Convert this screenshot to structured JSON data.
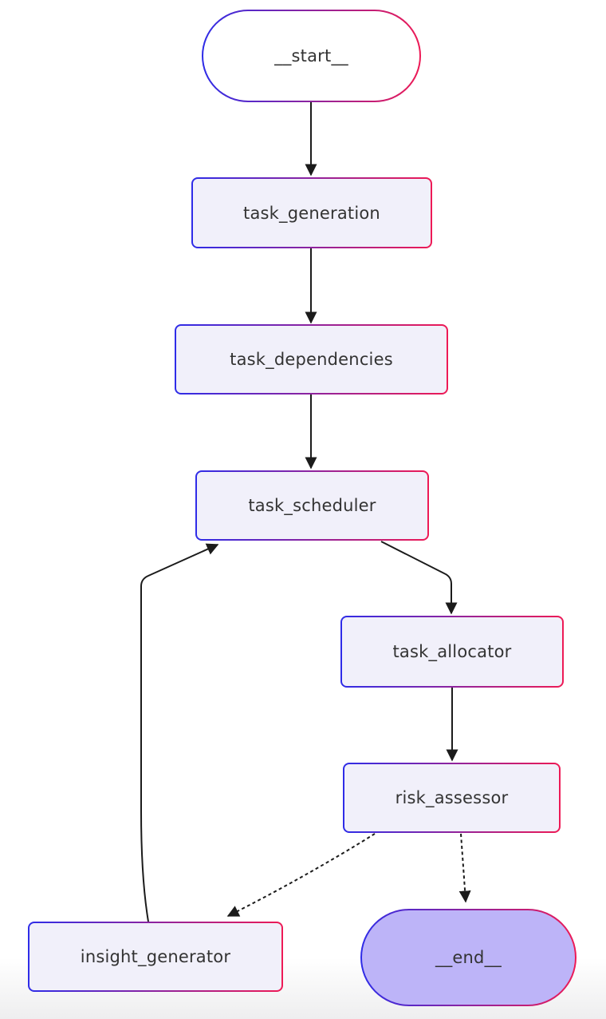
{
  "diagram": {
    "type": "flowchart",
    "direction": "top-down",
    "nodes": [
      {
        "id": "__start__",
        "label": "__start__",
        "shape": "stadium",
        "fill": "#ffffff"
      },
      {
        "id": "task_generation",
        "label": "task_generation",
        "shape": "rounded-rect",
        "fill": "#f1f0fa"
      },
      {
        "id": "task_dependencies",
        "label": "task_dependencies",
        "shape": "rounded-rect",
        "fill": "#f1f0fa"
      },
      {
        "id": "task_scheduler",
        "label": "task_scheduler",
        "shape": "rounded-rect",
        "fill": "#f1f0fa"
      },
      {
        "id": "task_allocator",
        "label": "task_allocator",
        "shape": "rounded-rect",
        "fill": "#f1f0fa"
      },
      {
        "id": "risk_assessor",
        "label": "risk_assessor",
        "shape": "rounded-rect",
        "fill": "#f1f0fa"
      },
      {
        "id": "insight_generator",
        "label": "insight_generator",
        "shape": "rounded-rect",
        "fill": "#f1f0fa"
      },
      {
        "id": "__end__",
        "label": "__end__",
        "shape": "stadium",
        "fill": "#bdb4f8"
      }
    ],
    "edges": [
      {
        "from": "__start__",
        "to": "task_generation",
        "style": "solid"
      },
      {
        "from": "task_generation",
        "to": "task_dependencies",
        "style": "solid"
      },
      {
        "from": "task_dependencies",
        "to": "task_scheduler",
        "style": "solid"
      },
      {
        "from": "task_scheduler",
        "to": "task_allocator",
        "style": "solid"
      },
      {
        "from": "task_allocator",
        "to": "risk_assessor",
        "style": "solid"
      },
      {
        "from": "insight_generator",
        "to": "task_scheduler",
        "style": "solid"
      },
      {
        "from": "risk_assessor",
        "to": "insight_generator",
        "style": "dotted"
      },
      {
        "from": "risk_assessor",
        "to": "__end__",
        "style": "dotted"
      }
    ],
    "colors": {
      "border_gradient_start": "#2e2ce8",
      "border_gradient_end": "#ee1a55",
      "node_fill": "#f1f0fa",
      "end_fill": "#bdb4f8",
      "edge_stroke": "#1b1b1b",
      "text": "#333333"
    }
  }
}
